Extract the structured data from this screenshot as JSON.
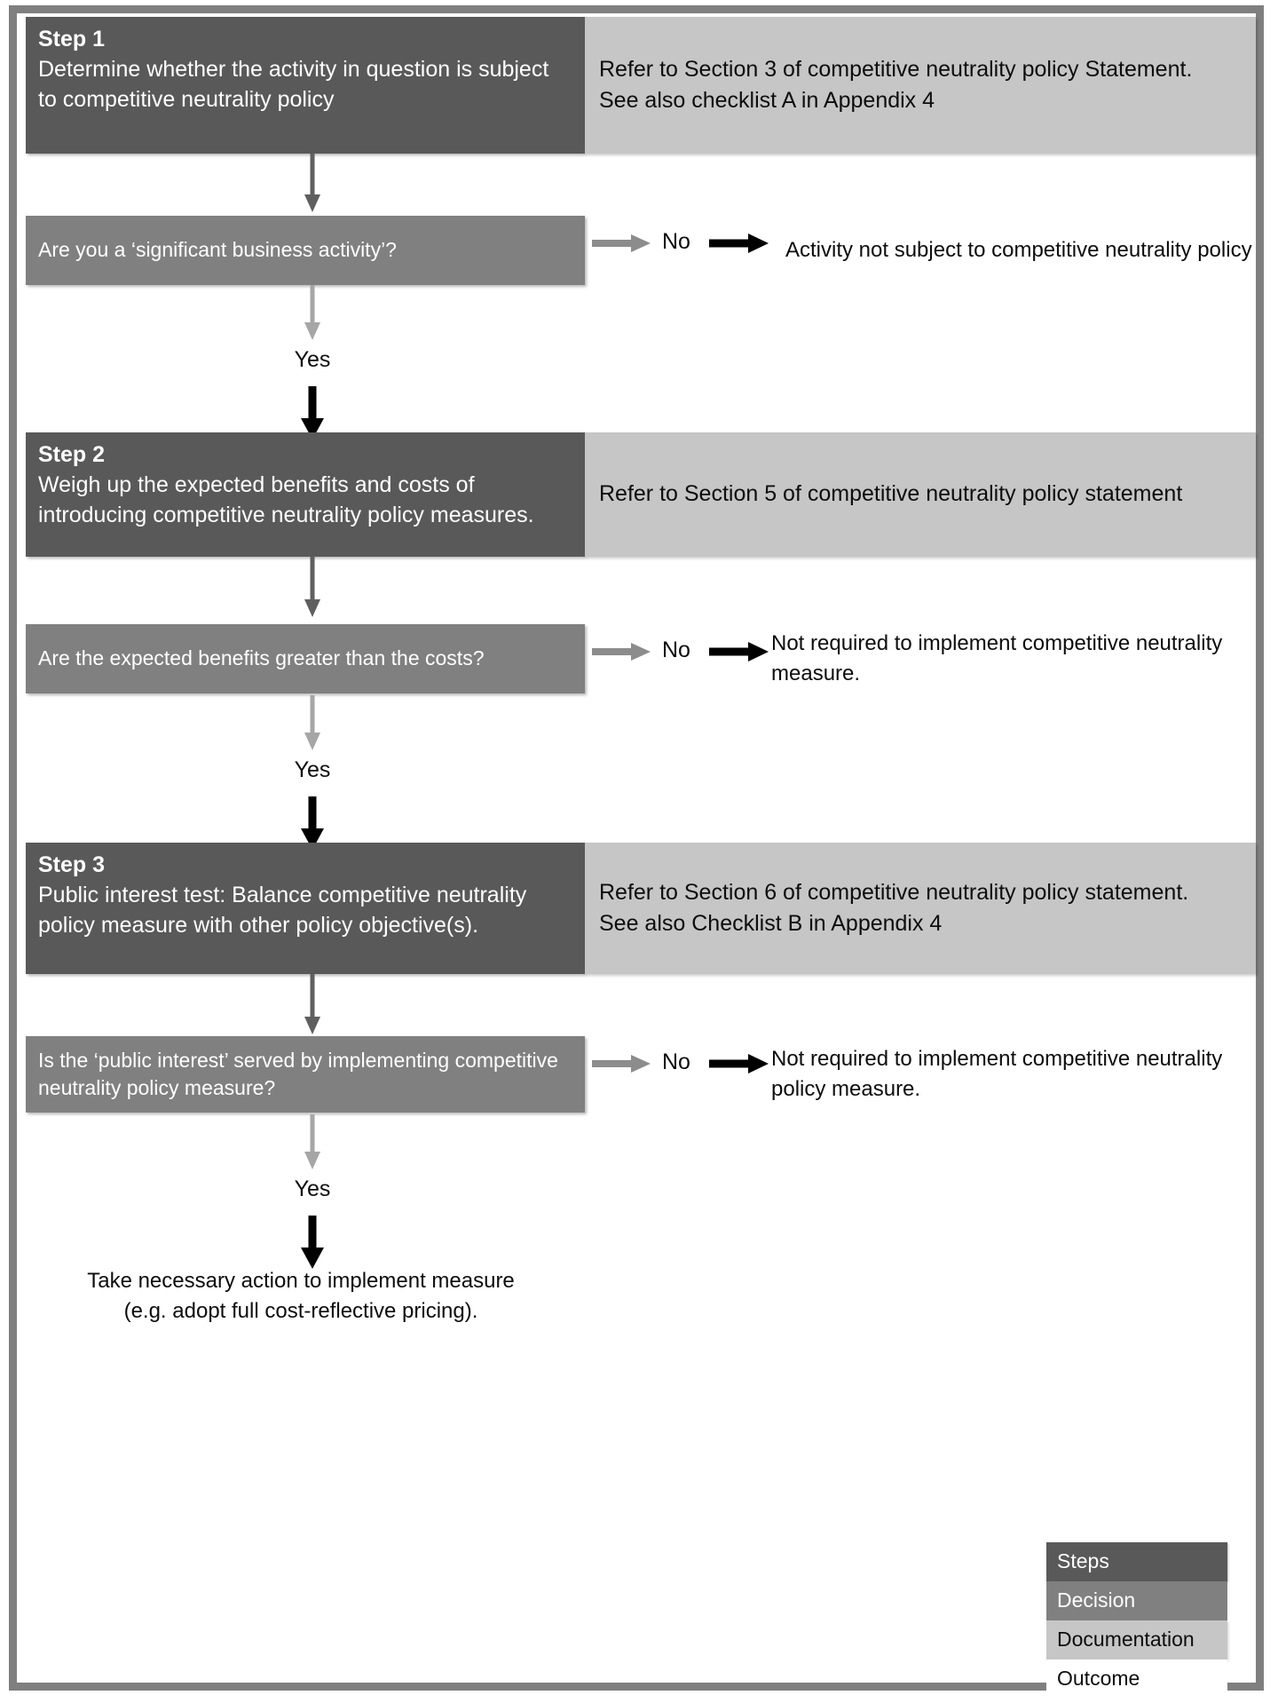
{
  "diagram": {
    "title": "Competitive neutrality policy decision flowchart",
    "colors": {
      "step": "#595959",
      "decision": "#808080",
      "documentation": "#c6c6c6",
      "outcome": "#ffffff",
      "frame": "#7f7f7f",
      "arrow_gray": "#7f7f7f",
      "arrow_dark_gray": "#595959",
      "arrow_black": "#000000"
    }
  },
  "steps": [
    {
      "id": "step-1",
      "title": "Step 1",
      "text": "Determine whether the activity in question is subject to competitive neutrality policy",
      "documentation": [
        "Refer to Section 3 of competitive neutrality policy Statement.",
        "See also checklist A in Appendix 4"
      ],
      "decision": {
        "question": "Are you a ‘significant business activity’?",
        "no_label": "No",
        "no_outcome": "Activity not subject to competitive neutrality policy",
        "yes_label": "Yes"
      }
    },
    {
      "id": "step-2",
      "title": "Step 2",
      "text": "Weigh up the expected benefits and costs of introducing competitive neutrality policy measures.",
      "documentation": [
        "Refer to Section 5 of competitive neutrality policy statement"
      ],
      "decision": {
        "question": "Are the expected benefits greater than the costs?",
        "no_label": "No",
        "no_outcome": "Not required to implement competitive neutrality measure.",
        "yes_label": "Yes"
      }
    },
    {
      "id": "step-3",
      "title": "Step 3",
      "text": "Public interest test: Balance competitive neutrality policy measure with other policy objective(s).",
      "documentation": [
        "Refer to Section 6 of competitive neutrality policy statement.",
        "See also Checklist B in Appendix 4"
      ],
      "decision": {
        "question": "Is the ‘public interest’ served by implementing competitive neutrality policy measure?",
        "no_label": "No",
        "no_outcome": "Not required to implement competitive neutrality policy measure.",
        "yes_label": "Yes"
      }
    }
  ],
  "final_outcome": {
    "line1": "Take necessary action to implement measure",
    "line2": "(e.g. adopt full cost-reflective pricing)."
  },
  "legend": {
    "items": [
      {
        "label": "Steps",
        "color": "#595959"
      },
      {
        "label": "Decision",
        "color": "#808080"
      },
      {
        "label": "Documentation",
        "color": "#c6c6c6"
      },
      {
        "label": "Outcome",
        "color": "#ffffff"
      }
    ]
  }
}
